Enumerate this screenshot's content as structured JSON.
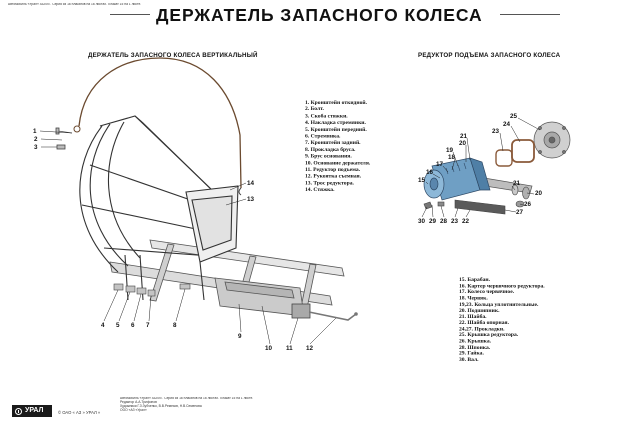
{
  "header": {
    "series_note": "Автомобиль «Урал» 4320N . Серия из 16 плакатов на 16 листах. Плакат 15 на 1 листе."
  },
  "title": "ДЕРЖАТЕЛЬ ЗАПАСНОГО КОЛЕСА",
  "sections": {
    "left_title": "ДЕРЖАТЕЛЬ ЗАПАСНОГО КОЛЕСА ВЕРТИКАЛЬНЫЙ",
    "right_title": "РЕДУКТОР ПОДЪЕМА ЗАПАСНОГО КОЛЕСА"
  },
  "legend_main": {
    "items": [
      "1. Кронштейн откидной.",
      "2. Болт.",
      "3. Скоба стяжки.",
      "4. Накладка стремянки.",
      "5. Кронштейн передний.",
      "6. Стремянка.",
      "7. Кронштейн задний.",
      "8. Прокладка бруса.",
      "9. Брус основания.",
      "10. Основание держателя.",
      "11. Редуктор подъема.",
      "12. Рукоятка съемная.",
      "13. Трос редуктора.",
      "14. Стяжка."
    ]
  },
  "legend_reducer": {
    "items": [
      "15. Барабан.",
      "16. Картер червячного редуктора.",
      "17. Колесо червячное.",
      "18. Червяк.",
      "19,23. Кольца уплотнительные.",
      "20. Подшипник.",
      "21. Шайба.",
      "22. Шайба опорная.",
      "24,27. Прокладки.",
      "25. Крышка редуктора.",
      "26. Крышка.",
      "28. Шпонка.",
      "29. Гайка.",
      "30. Вал."
    ]
  },
  "callouts": {
    "left": [
      "1",
      "2",
      "3",
      "14",
      "13",
      "4",
      "5",
      "6",
      "7",
      "8",
      "9",
      "10",
      "11",
      "12"
    ],
    "right": [
      "25",
      "24",
      "23",
      "21",
      "20",
      "19",
      "18",
      "17",
      "16",
      "15",
      "21",
      "20",
      "26",
      "27",
      "30",
      "29",
      "28",
      "23",
      "22"
    ]
  },
  "footer": {
    "logo_text": "УРАЛ",
    "copyright": "© ОАО « АЗ » УРАЛ »",
    "credits": [
      "Автомобиль «Урал» 4320N . Серия из 16 плакатов на 16 листах. Плакат 15 на 1 листе.",
      "Редактор А.А.Трифонов",
      "Художники Г.З.Зубченко, В.В.Ремезов, Н.В.Семенова",
      "ООО «АЗ «Урал»"
    ]
  },
  "colors": {
    "reducer_housing": "#6f9fc4",
    "cable": "#6b4a2f",
    "gasket": "#8a5a3a",
    "metal": "#d6d6d6"
  },
  "icons": [
    "ural-logo-icon"
  ]
}
